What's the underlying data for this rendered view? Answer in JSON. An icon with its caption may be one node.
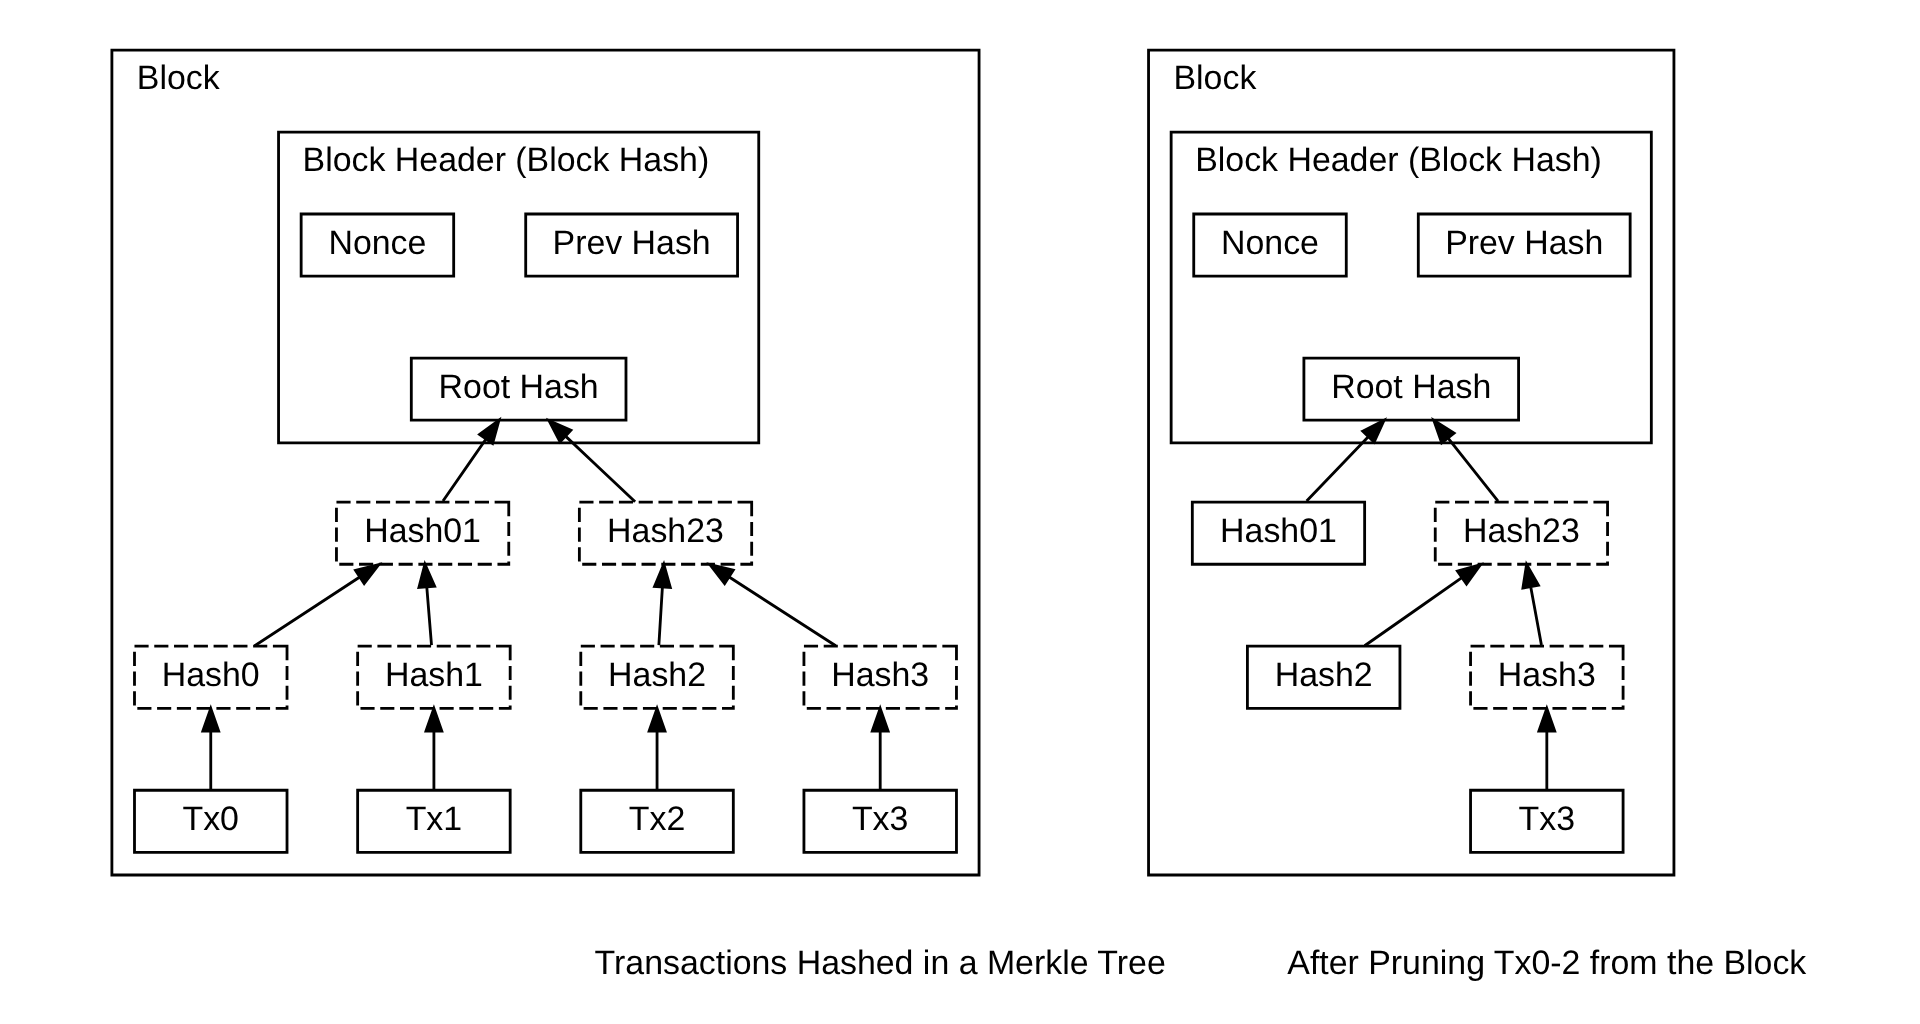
{
  "diagram": {
    "nodes": [
      {
        "text": [
          "Block"
        ],
        "beside": [
          "Transactions Hashed in a Merkle Tree"
        ]
      },
      {
        "text": [
          "Block Header (Block Hash)"
        ],
        "in": 0
      },
      {
        "text": [
          "Prev Hash"
        ],
        "in": 1
      },
      {
        "text": [
          "Nonce"
        ],
        "in": 1
      },
      {
        "text": [
          "Root Hash"
        ],
        "in": 1
      },
      {
        "text": [
          "Hash01"
        ],
        "in": 0
      },
      {
        "text": [
          "Hash23"
        ],
        "in": 0
      },
      {
        "text": [
          "Hash0"
        ],
        "in": 0
      },
      {
        "text": [
          "Hash1"
        ],
        "in": 0
      },
      {
        "text": [
          "Hash2"
        ],
        "in": 0
      },
      {
        "text": [
          "Hash3"
        ],
        "in": 0
      },
      {
        "text": [
          "Tx0"
        ],
        "in": 0
      },
      {
        "text": [
          "Tx1"
        ],
        "in": 0
      },
      {
        "text": [
          "Tx2"
        ],
        "in": 0
      },
      {
        "text": [
          "Tx3"
        ],
        "in": 0
      },
      {
        "text": [
          "Block"
        ],
        "beside": [
          "After Pruning Tx0-2 from the Block"
        ]
      },
      {
        "text": [
          "Block Header (Block Hash)"
        ],
        "in": 15
      },
      {
        "text": [
          "Prev Hash"
        ],
        "in": 16
      },
      {
        "text": [
          "Nonce"
        ],
        "in": 16
      },
      {
        "text": [
          "Root Hash"
        ],
        "in": 16
      },
      {
        "text": [
          "Hash01"
        ],
        "in": 15
      },
      {
        "text": [
          "Hash23"
        ],
        "in": 15
      },
      {
        "text": [
          "Hash2"
        ],
        "in": 15
      },
      {
        "text": [
          "Hash3"
        ],
        "in": 15
      },
      {
        "text": [
          "Tx3"
        ],
        "in": 15
      }
    ],
    "edges": [
      {
        "from": 5,
        "to": 4,
        "arrow": "to"
      },
      {
        "from": 6,
        "to": 4,
        "arrow": "to"
      },
      {
        "from": 7,
        "to": 5,
        "arrow": "to"
      },
      {
        "from": 8,
        "to": 5,
        "arrow": "to"
      },
      {
        "from": 9,
        "to": 6,
        "arrow": "to"
      },
      {
        "from": 10,
        "to": 6,
        "arrow": "to"
      },
      {
        "from": 11,
        "to": 7,
        "arrow": "to"
      },
      {
        "from": 12,
        "to": 8,
        "arrow": "to"
      },
      {
        "from": 13,
        "to": 9,
        "arrow": "to"
      },
      {
        "from": 14,
        "to": 10,
        "arrow": "to"
      },
      {
        "from": 20,
        "to": 19,
        "arrow": "to"
      },
      {
        "from": 21,
        "to": 19,
        "arrow": "to"
      },
      {
        "from": 22,
        "to": 21,
        "arrow": "to"
      },
      {
        "from": 23,
        "to": 21,
        "arrow": "to"
      },
      {
        "from": 24,
        "to": 23,
        "arrow": "to"
      }
    ]
  }
}
